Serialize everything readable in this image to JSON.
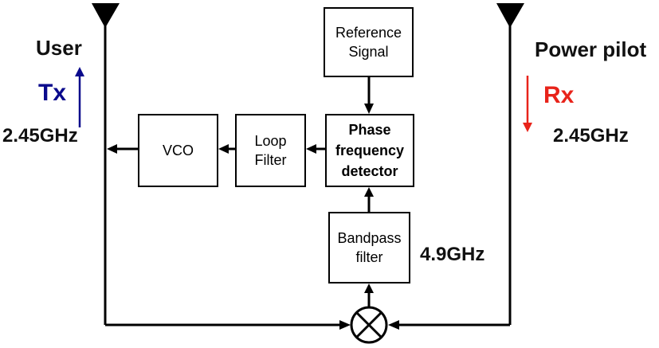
{
  "left": {
    "label": "User",
    "direction": "Tx",
    "frequency": "2.45GHz",
    "direction_color": "#0a0a8c"
  },
  "right": {
    "label": "Power pilot",
    "direction": "Rx",
    "frequency": "2.45GHz",
    "direction_color": "#e8231a"
  },
  "blocks": {
    "reference": {
      "line1": "Reference",
      "line2": "Signal"
    },
    "pfd": {
      "line1": "Phase",
      "line2": "frequency",
      "line3": "detector"
    },
    "loop": {
      "line1": "Loop",
      "line2": "Filter"
    },
    "vco": {
      "label": "VCO"
    },
    "bandpass": {
      "line1": "Bandpass",
      "line2": "filter"
    }
  },
  "bandpass_frequency": "4.9GHz"
}
